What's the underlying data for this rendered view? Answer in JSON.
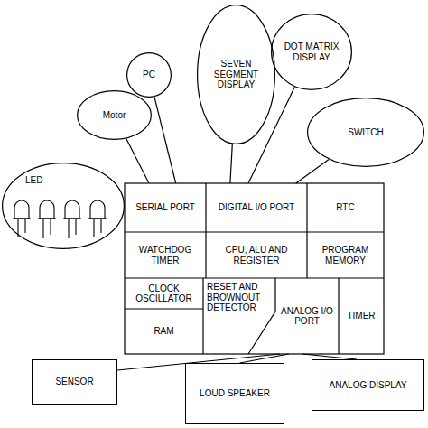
{
  "diagram": {
    "nodes": [
      {
        "text": [
          "PC"
        ]
      },
      {
        "text": [
          "SEVEN SEGMENT DISPLAY"
        ]
      },
      {
        "text": [
          "DOT MATRIX DISPLAY"
        ]
      },
      {
        "text": [
          "Motor"
        ]
      },
      {
        "text": [
          "SWITCH"
        ]
      },
      {
        "text": [
          "LED"
        ]
      },
      {
        "text": [
          "SERIAL PORT"
        ]
      },
      {
        "text": [
          "DIGITAL I/O PORT"
        ]
      },
      {
        "text": [
          "RTC"
        ]
      },
      {
        "text": [
          "WATCHDOG TIMER"
        ]
      },
      {
        "text": [
          "CPU, ALU AND REGISTER"
        ]
      },
      {
        "text": [
          "PROGRAM MEMORY"
        ]
      },
      {
        "text": [
          "CLOCK OSCILLATOR"
        ]
      },
      {
        "text": [
          "RAM"
        ]
      },
      {
        "text": [
          "RESET AND BROWNOUT DETECTOR"
        ]
      },
      {
        "text": [
          "ANALOG I/O PORT"
        ]
      },
      {
        "text": [
          "TIMER"
        ]
      },
      {
        "text": [
          "SENSOR"
        ]
      },
      {
        "text": [
          "LOUD SPEAKER"
        ]
      },
      {
        "text": [
          "ANALOG DISPLAY"
        ]
      }
    ],
    "edges": [
      {
        "from": 3,
        "to": 6,
        "arrow": "none"
      },
      {
        "from": 0,
        "to": 6,
        "arrow": "none"
      },
      {
        "from": 1,
        "to": 7,
        "arrow": "none"
      },
      {
        "from": 2,
        "to": 7,
        "arrow": "none"
      },
      {
        "from": 4,
        "to": 7,
        "arrow": "none"
      },
      {
        "from": 15,
        "to": 17,
        "arrow": "none"
      },
      {
        "from": 15,
        "to": 18,
        "arrow": "none"
      },
      {
        "from": 15,
        "to": 19,
        "arrow": "none"
      }
    ]
  }
}
